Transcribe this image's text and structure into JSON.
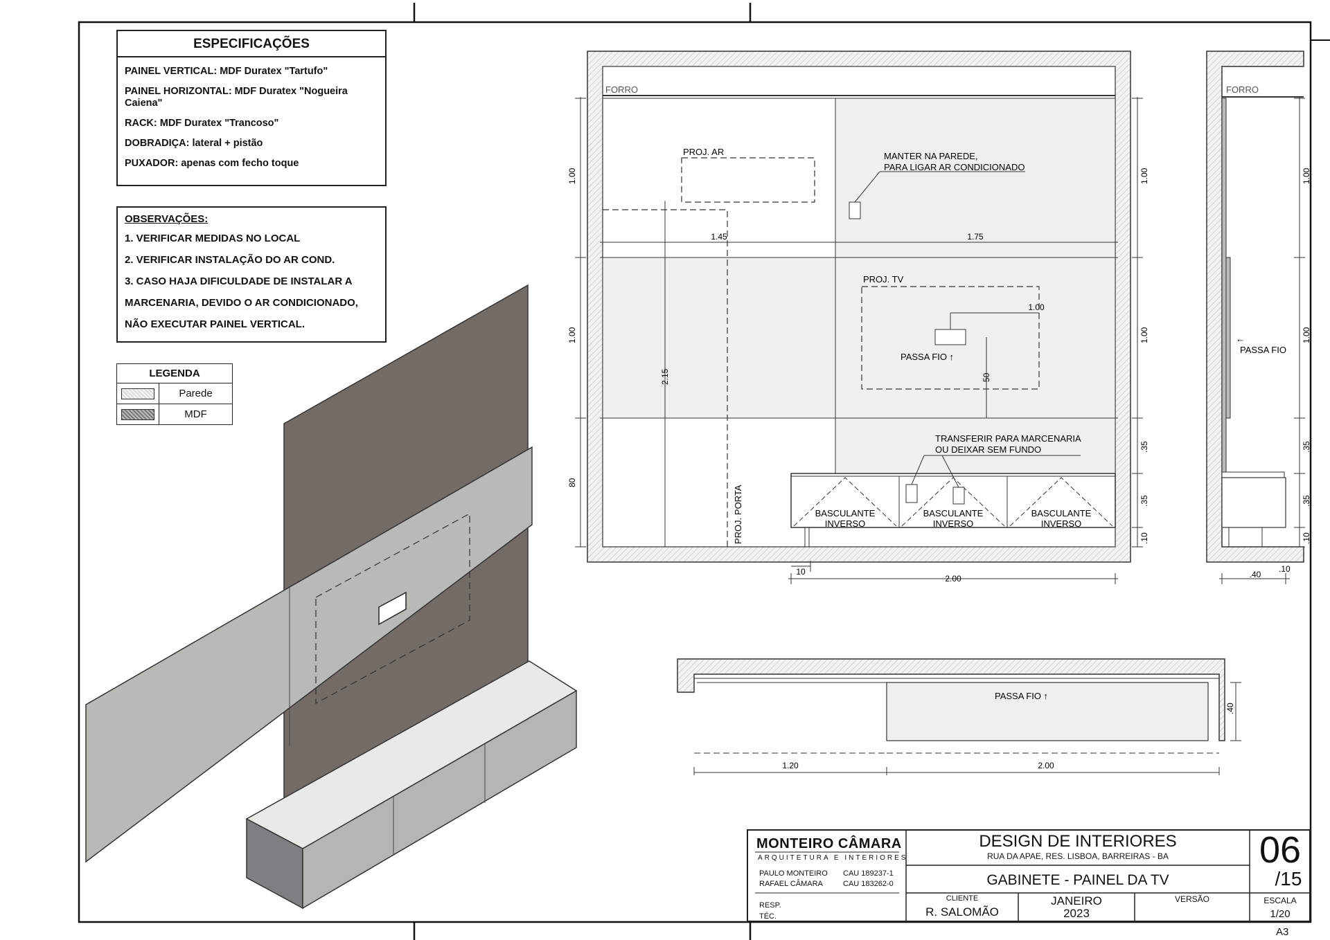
{
  "specifications": {
    "title": "ESPECIFICAÇÕES",
    "items": [
      "PAINEL VERTICAL: MDF Duratex \"Tartufo\"",
      "PAINEL HORIZONTAL: MDF Duratex \"Nogueira Caiena\"",
      "RACK: MDF Duratex \"Trancoso\"",
      "DOBRADIÇA: lateral + pistão",
      "PUXADOR: apenas com fecho toque"
    ]
  },
  "observations": {
    "title": "OBSERVAÇÕES:",
    "items": [
      "1. VERIFICAR MEDIDAS NO LOCAL",
      "2. VERIFICAR INSTALAÇÃO DO AR COND.",
      "3. CASO HAJA DIFICULDADE DE INSTALAR A",
      "MARCENARIA, DEVIDO O AR CONDICIONADO,",
      "NÃO EXECUTAR PAINEL VERTICAL."
    ]
  },
  "legend": {
    "title": "LEGENDA",
    "items": [
      {
        "label": "Parede",
        "color": "#e2e2e2"
      },
      {
        "label": "MDF",
        "color": "#9a9a9a"
      }
    ]
  },
  "elevation": {
    "forro": "FORRO",
    "proj_ar": "PROJ. AR",
    "manter_1": "MANTER NA PAREDE,",
    "manter_2": "PARA LIGAR AR CONDICIONADO",
    "proj_tv": "PROJ. TV",
    "passa_fio": "PASSA FIO ↑",
    "transferir_1": "TRANSFERIR PARA MARCENARIA",
    "transferir_2": "OU DEIXAR SEM FUNDO",
    "basculante": "BASCULANTE",
    "inverso": "INVERSO",
    "proj_porta": "PROJ. PORTA",
    "dim_1_45": "1.45",
    "dim_1_75": "1.75",
    "dim_1_00": "1.00",
    "dim_2_15": "2.15",
    "dim_50": "50",
    "dim_80": "80",
    "dim_35": ".35",
    "dim_10": "10",
    "dim_10b": ".10",
    "dim_2_00": "2.00"
  },
  "side_view": {
    "forro": "FORRO",
    "passa_fio": "PASSA FIO",
    "arrow": "←",
    "dim_1_00": "1.00",
    "dim_35": ".35",
    "dim_10": ".10",
    "dim_40": ".40"
  },
  "plan_view": {
    "passa_fio": "PASSA FIO ↑",
    "dim_1_20": "1.20",
    "dim_2_00": "2.00",
    "dim_40": ".40"
  },
  "title_block": {
    "company": "MONTEIRO CÂMARA",
    "company_sub": "ARQUITETURA E INTERIORES",
    "person1": "PAULO MONTEIRO",
    "cau1": "CAU 189237-1",
    "person2": "RAFAEL CÂMARA",
    "cau2": "CAU 183262-0",
    "resp": "RESP.",
    "tec": "TÉC.",
    "project": "DESIGN DE INTERIORES",
    "address": "RUA DA APAE, RES. LISBOA, BARREIRAS - BA",
    "sheet_title": "GABINETE - PAINEL DA TV",
    "client_label": "CLIENTE",
    "client": "R. SALOMÃO",
    "month": "JANEIRO",
    "year": "2023",
    "version_label": "VERSÃO",
    "sheet_no": "06",
    "sheet_total": "/15",
    "scale_label": "ESCALA",
    "scale": "1/20",
    "paper": "A3"
  }
}
